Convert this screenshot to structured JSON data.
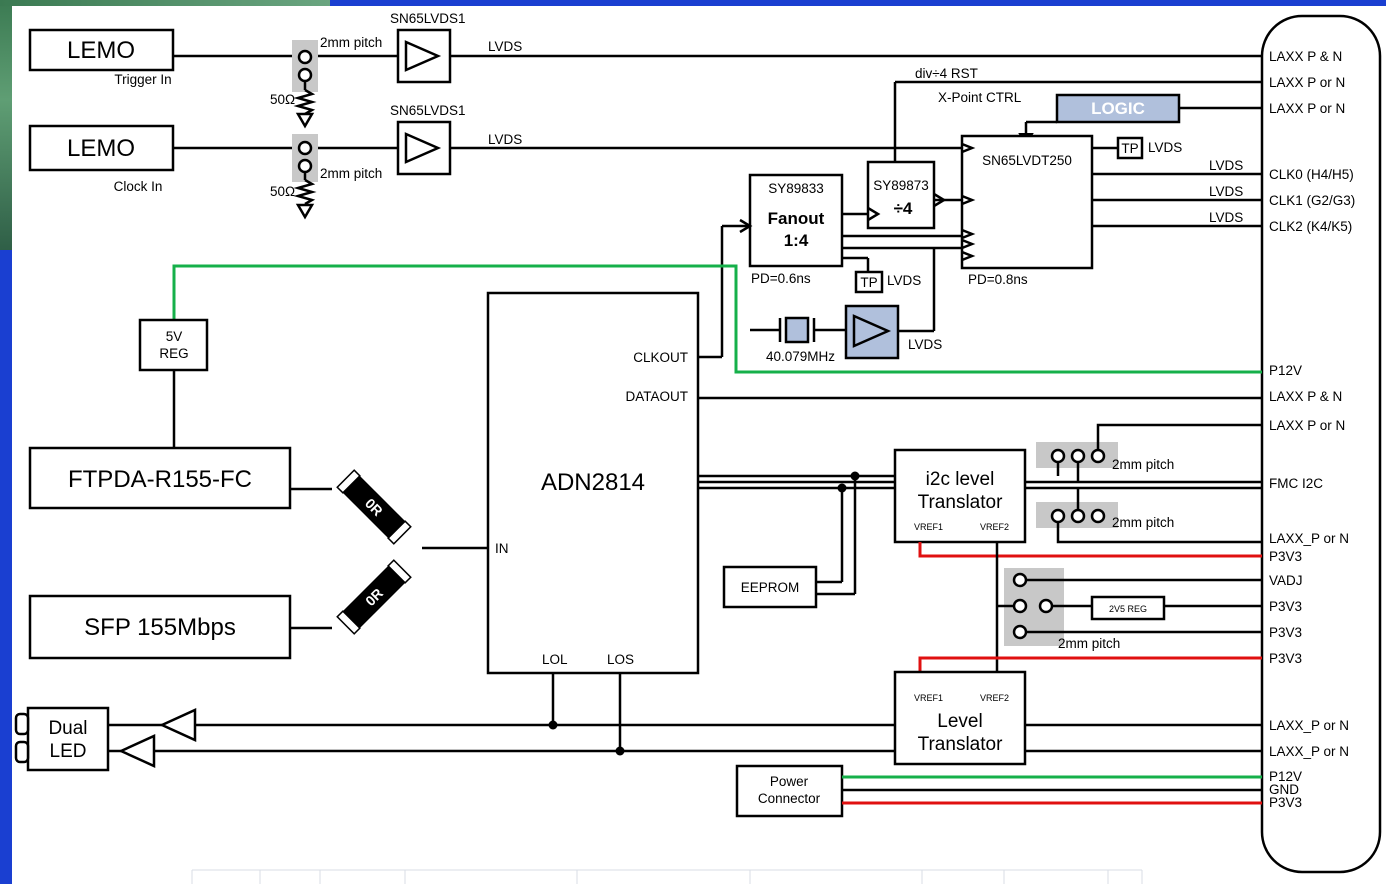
{
  "diagram": {
    "lemo_trigger": {
      "title": "LEMO",
      "caption": "Trigger In"
    },
    "lemo_clock": {
      "title": "LEMO",
      "caption": "Clock In"
    },
    "buffer_top": "SN65LVDS1",
    "buffer_mid": "SN65LVDS1",
    "pitch_label": "2mm pitch",
    "ohm_label": "50Ω",
    "lvds": "LVDS",
    "div_rst": "div÷4 RST",
    "xpoint": "X-Point CTRL",
    "logic": "LOGIC",
    "sn65lvdt250": "SN65LVDT250",
    "tp": "TP",
    "sy89833": {
      "part": "SY89833",
      "line1": "Fanout",
      "line2": "1:4",
      "pd": "PD=0.6ns"
    },
    "sy89873": {
      "part": "SY89873",
      "div": "÷4"
    },
    "pd_lvdt": "PD=0.8ns",
    "crystal": "40.079MHz",
    "reg5v": {
      "line1": "5V",
      "line2": "REG"
    },
    "adn2814": {
      "name": "ADN2814",
      "clkout": "CLKOUT",
      "dataout": "DATAOUT",
      "in": "IN",
      "lol": "LOL",
      "los": "LOS"
    },
    "ftpda": "FTPDA-R155-FC",
    "sfp": "SFP 155Mbps",
    "resistor": "0R",
    "i2c": {
      "line1": "i2c level",
      "line2": "Translator",
      "vref1": "VREF1",
      "vref2": "VREF2"
    },
    "eeprom": "EEPROM",
    "reg2v5": "2V5 REG",
    "level": {
      "line1": "Level",
      "line2": "Translator",
      "vref1": "VREF1",
      "vref2": "VREF2"
    },
    "dual_led": {
      "line1": "Dual",
      "line2": "LED"
    },
    "power": {
      "line1": "Power",
      "line2": "Connector"
    }
  },
  "fmc_pins": [
    "LAXX P & N",
    "LAXX P or N",
    "LAXX P or N",
    "CLK0 (H4/H5)",
    "CLK1 (G2/G3)",
    "CLK2 (K4/K5)",
    "P12V",
    "LAXX P & N",
    "LAXX P or N",
    "FMC I2C",
    "LAXX_P or N",
    "P3V3",
    "VADJ",
    "P3V3",
    "P3V3",
    "P3V3",
    "LAXX_P or N",
    "LAXX_P or N",
    "P12V",
    "GND",
    "P3V3"
  ],
  "colors": {
    "power_12v": "#16b04a",
    "power_3v3": "#e01010",
    "logic_fill": "#b0c0dc",
    "buffer_fill": "#b0c0dc",
    "jumper_fill": "#c8c8c8"
  }
}
